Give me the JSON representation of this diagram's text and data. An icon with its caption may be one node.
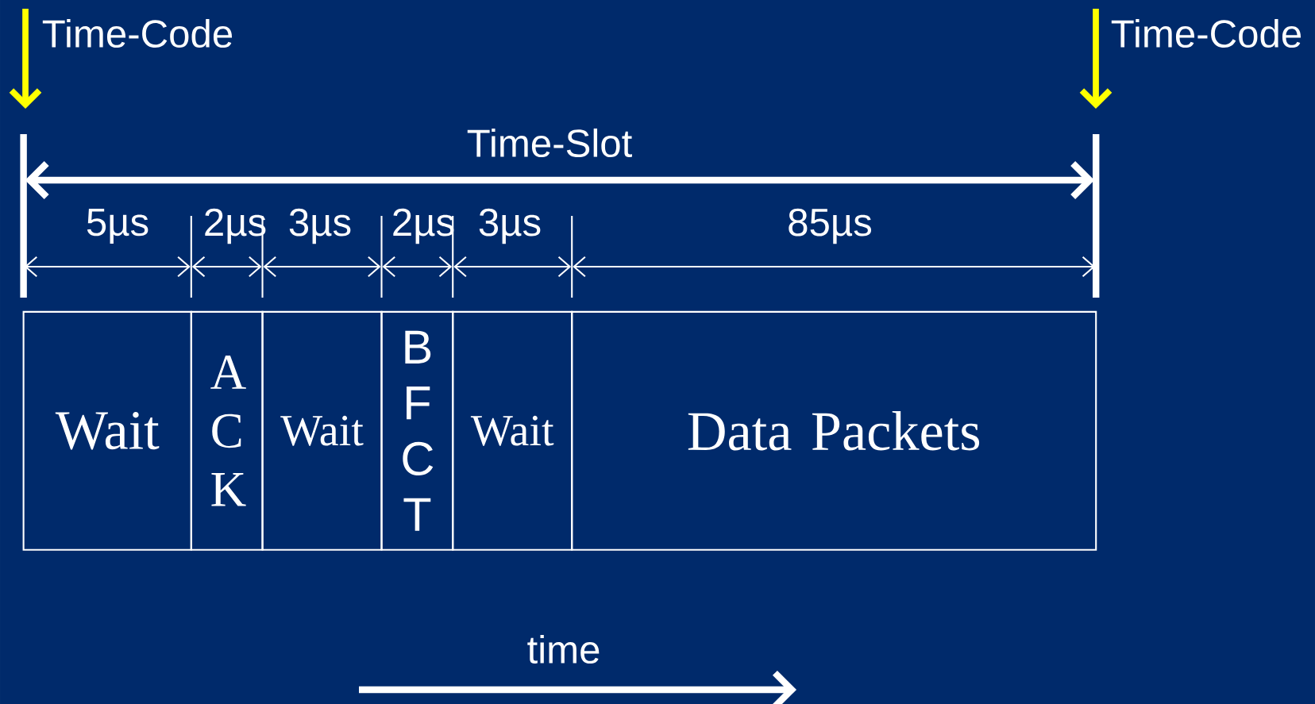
{
  "diagram": {
    "nodes": [
      {
        "text": [
          "Wait"
        ]
      },
      {
        "text": [
          "A C K"
        ]
      },
      {
        "text": [
          "Wait"
        ]
      },
      {
        "text": [
          "B F C T"
        ]
      },
      {
        "text": [
          "Wait"
        ]
      },
      {
        "text": [
          "Data Packets"
        ]
      }
    ],
    "labels": [
      "Time-Code",
      "Time-Code",
      "Time-Slot",
      "5µs",
      "2µs",
      "3µs",
      "2µs",
      "3µs",
      "85µs",
      "time"
    ]
  }
}
